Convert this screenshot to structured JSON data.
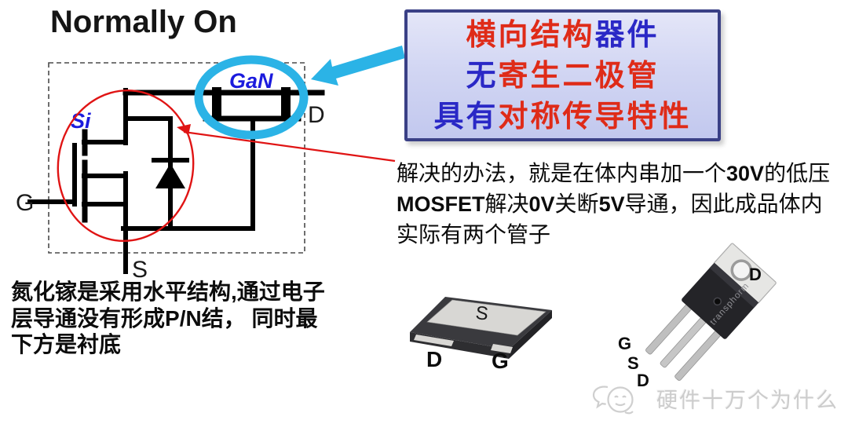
{
  "title": "Normally On",
  "colors": {
    "accent_cyan": "#2bb3e6",
    "annotation_red": "#e01414",
    "chip_label_blue": "#1b1bdd",
    "infobox_border": "#3a4086",
    "infobox_bg_top": "#e4e6f8",
    "infobox_bg_bottom": "#c2c8ee",
    "infobox_text_red": "#df2b18",
    "infobox_text_blue": "#2a28c6",
    "watermark_gray": "#cccccc",
    "body_text": "#0c0c0c"
  },
  "circuit": {
    "gate_label": "G",
    "source_label": "S",
    "drain_label": "D",
    "si_label": "Si",
    "gan_label": "GaN"
  },
  "infobox": {
    "l1a": "横向结构",
    "l1b": "器件",
    "l2a": "无",
    "l2b": "寄生二极管",
    "l3a": "具有",
    "l3b": "对称传导特性"
  },
  "note_right": {
    "p1": "解决的办法，就是在体内串加一个",
    "b1": "30V",
    "p2": "的低压",
    "b2": "MOSFET",
    "p3": "解决",
    "b3": "0V",
    "p4": "关断",
    "b4": "5V",
    "p5": "导通，因此成品体内实际有两个管子"
  },
  "note_left": {
    "p1": "氮化镓是采用水平结构,通过电子层导通没有形成",
    "b1": "P/N",
    "p2": "结， 同时最下方是衬底"
  },
  "smd_package": {
    "top_pad_label": "S",
    "left_pin_label": "D",
    "right_pin_label": "G"
  },
  "to220_package": {
    "brand": "transphorm",
    "tab_label": "D",
    "lead1_label": "G",
    "lead2_label": "S",
    "lead3_label": "D"
  },
  "watermark": {
    "text": "硬件十万个为什么"
  }
}
